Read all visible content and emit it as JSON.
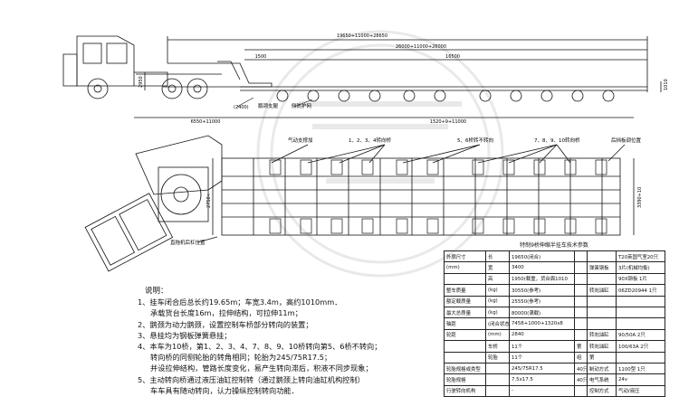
{
  "side_view": {
    "dimensions": {
      "overall": "19650+11000+28650",
      "length_mid": "26000+11000+26000",
      "deck_label": "1500",
      "deck_length": "16500",
      "height_left": "2950",
      "height_right": "1010",
      "front_length": "6550+11000",
      "axle_spacing": "1520+9+11000",
      "small_dim": "(2400)"
    },
    "callouts": {
      "gooseneck": "鹅颈支腿",
      "side_guard": "侧防护网"
    }
  },
  "top_view": {
    "callouts": {
      "air_support": "气动支撑加",
      "axles_1_4": "1、2、3、4转向桥",
      "axles_5_6": "5、6桥转不转向",
      "axles_7_10": "7、8、9、10转向桥",
      "rear_lamp": "后挡板调位置",
      "bottom_note": "直拖机后杠位置"
    },
    "width_dim": "3390+10",
    "left_dim": "2750+"
  },
  "notes": {
    "heading": "说明：",
    "lines": [
      "1、挂车闭合后总长约19.65m；车宽3.4m，高约1010mm．",
      "承载货台长度16m，拉伸结构，可拉伸11m；",
      "2、鹅颈为动力鹅颈，设置控制车桥部分转向的装置；",
      "3、悬挂均为钢板弹簧悬挂；",
      "4、本车为10桥，第1、2、3、4、7、8、9、10桥转向第5、6桥不转向；",
      "转向桥的同侧轮胎的转角相同；轮胎为245/75R17.5；",
      "并设拉伸结构，管路长度变化，易产生转向滞后，积液不同步现象；",
      "5、主动转向桥通过液压油缸控制转（通过鹅颈上转向油缸机构控制）",
      "车车具有随动转向，认力操纵控制转向功能．"
    ]
  },
  "spec_table": {
    "title": "特制9桥伸缩半挂车技术参数",
    "rows": [
      [
        "外廓尺寸",
        "长",
        "19650(闭合)",
        "",
        "",
        "T20英国气室20只"
      ],
      [
        "(mm)",
        "宽",
        "3400",
        "",
        "弹簧钢板",
        "3片(机械均衡)"
      ],
      [
        "",
        "高",
        "1950(载重，货台面1010",
        "",
        "",
        "90X钢板 1片"
      ],
      [
        "整车质量",
        "(kg)",
        "30550(参考)",
        "",
        "转向油缸",
        "06ZD20944 1只"
      ],
      [
        "额定载质量",
        "(kg)",
        "25550(参考)",
        "",
        "",
        ""
      ],
      [
        "最大总质量",
        "(kg)",
        "80000(满载)",
        "",
        "",
        ""
      ],
      [
        "轴距",
        "(闭合状态)",
        "7458+1000+1320x8",
        "",
        "",
        ""
      ],
      [
        "轮距",
        "(mm)",
        "2840",
        "",
        "转向油缸",
        "90/50A 2只"
      ],
      [
        "",
        "车桥",
        "11个",
        "第",
        "转向油缸",
        "100/63A 2只"
      ],
      [
        "",
        "轮胎",
        "11个",
        "组",
        "第",
        ""
      ],
      [
        "轮胎规格或类型",
        "",
        "245/75R17.5",
        "40只",
        "制动方式",
        "1100型 1只"
      ],
      [
        "轮胎规格",
        "",
        "7.5x17.5",
        "40只",
        "电气系统",
        "24v"
      ],
      [
        "行驶转向机构",
        "",
        "-",
        "",
        "控制方式",
        "气动/液压"
      ]
    ]
  }
}
